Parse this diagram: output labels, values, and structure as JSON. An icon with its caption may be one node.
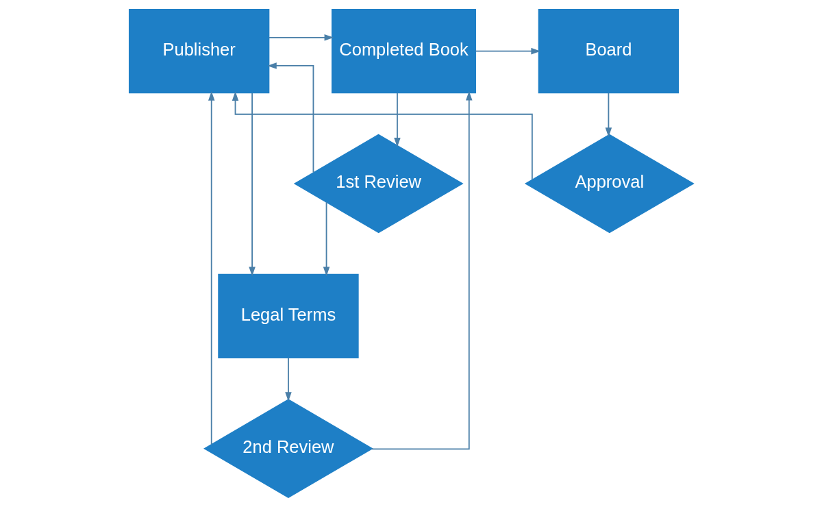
{
  "diagram": {
    "nodes": [
      {
        "text": [
          "Publisher"
        ]
      },
      {
        "text": [
          "Completed Book"
        ]
      },
      {
        "text": [
          "Board"
        ]
      },
      {
        "text": [
          "1st Review"
        ]
      },
      {
        "text": [
          "Approval"
        ]
      },
      {
        "text": [
          "Legal Terms"
        ]
      },
      {
        "text": [
          "2nd Review"
        ]
      }
    ],
    "edges": [
      {
        "from": 0,
        "to": 1,
        "arrow": "to"
      },
      {
        "from": 1,
        "to": 2,
        "arrow": "to"
      },
      {
        "from": 1,
        "to": 3,
        "arrow": "to"
      },
      {
        "from": 3,
        "to": 0,
        "arrow": "to"
      },
      {
        "from": 3,
        "to": 5,
        "arrow": "to"
      },
      {
        "from": 0,
        "to": 5,
        "arrow": "to"
      },
      {
        "from": 2,
        "to": 4,
        "arrow": "to"
      },
      {
        "from": 4,
        "to": 0,
        "arrow": "to"
      },
      {
        "from": 5,
        "to": 6,
        "arrow": "to"
      },
      {
        "from": 6,
        "to": 0,
        "arrow": "to"
      },
      {
        "from": 6,
        "to": 1,
        "arrow": "to"
      }
    ]
  }
}
